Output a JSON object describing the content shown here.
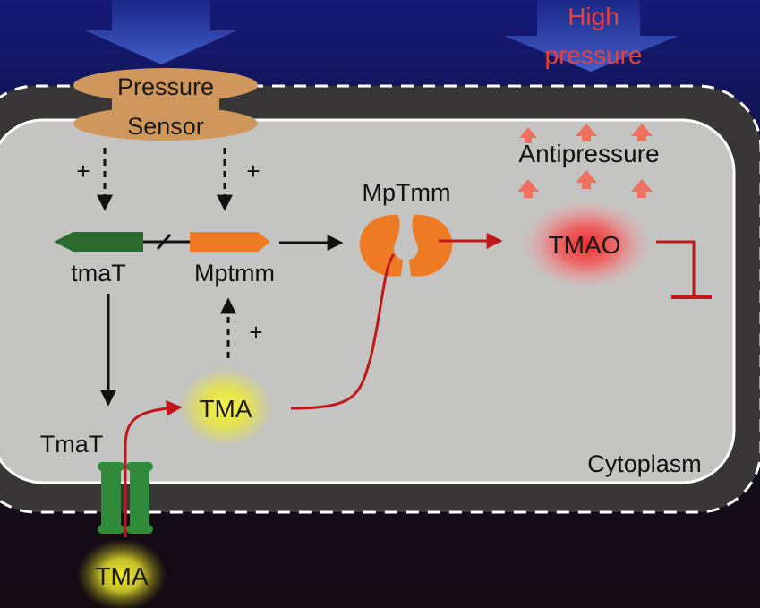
{
  "labels": {
    "pressure": "Pressure",
    "sensor": "Sensor",
    "high": "High",
    "pressure_word": "pressure",
    "antipressure": "Antipressure",
    "mptmm_protein": "MpTmm",
    "tmao": "TMAO",
    "tmat_gene": "tmaT",
    "mptmm_gene": "Mptmm",
    "tma_inside": "TMA",
    "tmat_protein": "TmaT",
    "tma_outside": "TMA",
    "cytoplasm": "Cytoplasm",
    "plus_left": "+",
    "plus_right": "+",
    "plus_lower": "+"
  },
  "colors": {
    "background_top": "#15186a",
    "background_bottom": "#140c12",
    "cell_wall": "#3a3838",
    "cytoplasm": "#c4c4c2",
    "sensor": "#d0975c",
    "tmat_gene": "#2c6b2e",
    "mptmm": "#ee7a24",
    "transporter": "#2f8b3a",
    "pathway_red": "#c01818",
    "high_pressure_text": "#e8403a",
    "pressure_arrow": "#3a58c8"
  }
}
